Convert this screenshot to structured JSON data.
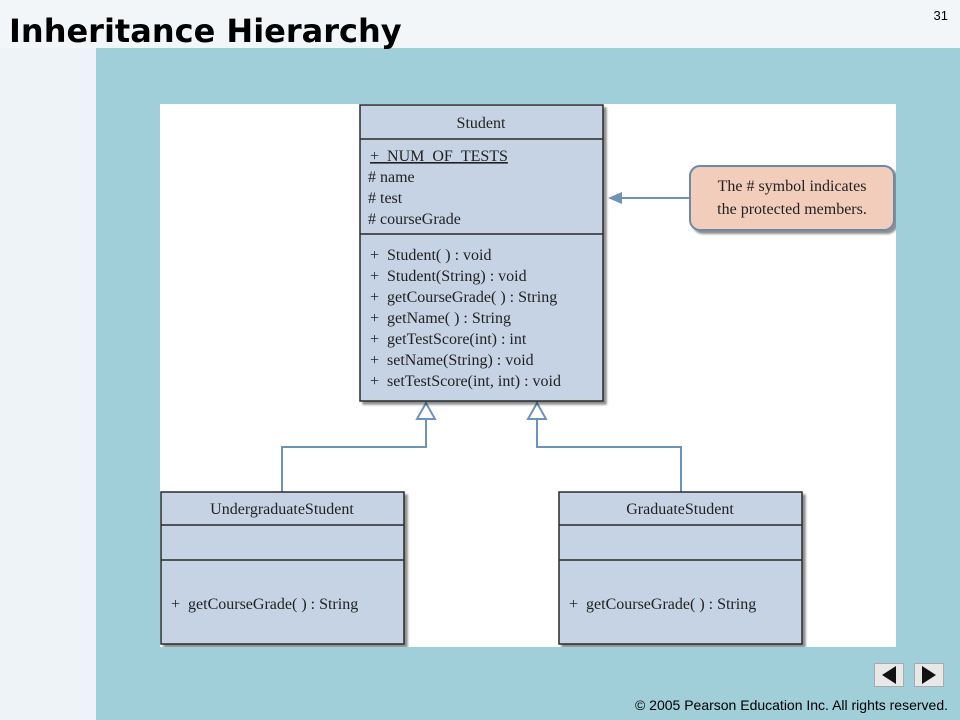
{
  "slide": {
    "title": "Inheritance Hierarchy",
    "number": "31",
    "copyright": "© 2005 Pearson Education Inc.  All rights reserved."
  },
  "diagram": {
    "student": {
      "name": "Student",
      "attributes": [
        "+  NUM_OF_TESTS",
        "# name",
        "# test",
        "# courseGrade"
      ],
      "operations": [
        "+  Student( ) : void",
        "+  Student(String) : void",
        "+  getCourseGrade( ) : String",
        "+  getName( ) : String",
        "+  getTestScore(int) : int",
        "+  setName(String) : void",
        "+  setTestScore(int, int) : void"
      ]
    },
    "undergrad": {
      "name": "UndergraduateStudent",
      "operations": [
        "+  getCourseGrade( ) : String"
      ]
    },
    "graduate": {
      "name": "GraduateStudent",
      "operations": [
        "+  getCourseGrade( ) : String"
      ]
    },
    "note": {
      "line1": "The # symbol indicates",
      "line2": "the protected members."
    },
    "colors": {
      "class_fill": "#c5d3e4",
      "class_border": "#2b2b2b",
      "note_fill": "#f2cdbb",
      "note_border": "#6a8aa8",
      "connector": "#6f93b8"
    }
  },
  "navigation": {
    "prev_icon": "triangle-left-icon",
    "next_icon": "triangle-right-icon"
  }
}
